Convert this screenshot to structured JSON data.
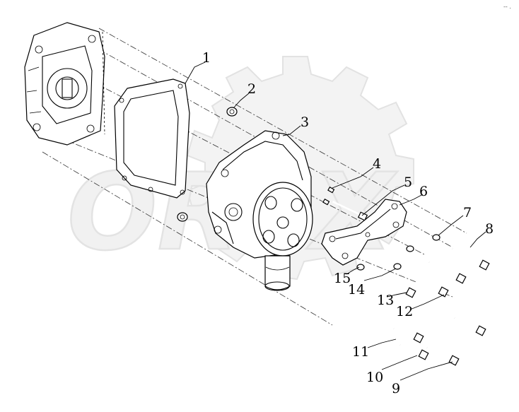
{
  "watermark": {
    "text": "OREX"
  },
  "corner_mark": "-- .",
  "callouts": [
    {
      "id": "1",
      "label": "1"
    },
    {
      "id": "2",
      "label": "2"
    },
    {
      "id": "3",
      "label": "3"
    },
    {
      "id": "4",
      "label": "4"
    },
    {
      "id": "5",
      "label": "5"
    },
    {
      "id": "6",
      "label": "6"
    },
    {
      "id": "7",
      "label": "7"
    },
    {
      "id": "8",
      "label": "8"
    },
    {
      "id": "9",
      "label": "9"
    },
    {
      "id": "10",
      "label": "10"
    },
    {
      "id": "11",
      "label": "11"
    },
    {
      "id": "12",
      "label": "12"
    },
    {
      "id": "13",
      "label": "13"
    },
    {
      "id": "14",
      "label": "14"
    },
    {
      "id": "15",
      "label": "15"
    }
  ]
}
